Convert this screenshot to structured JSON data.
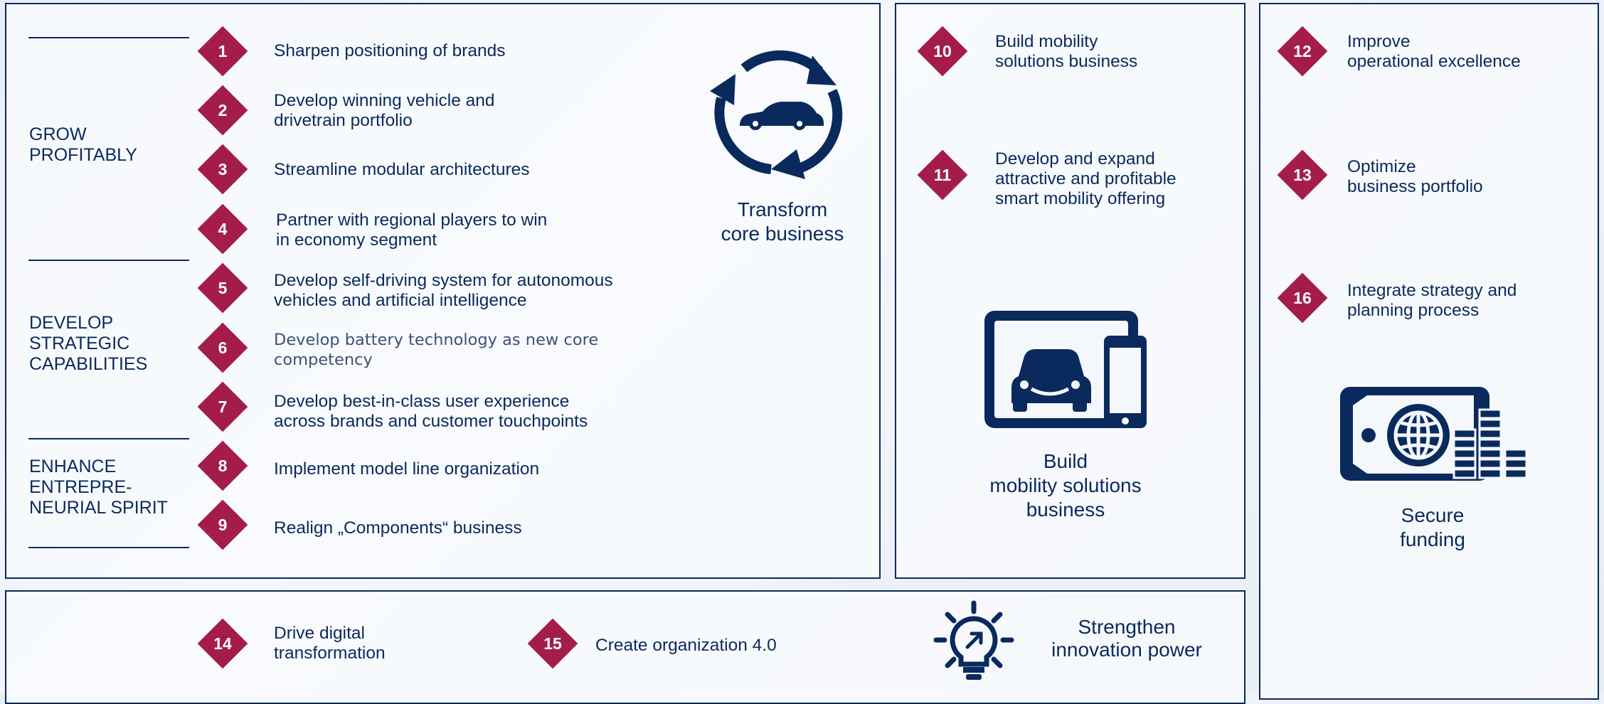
{
  "categories": {
    "grow": "GROW\nPROFITABLY",
    "develop": "DEVELOP\nSTRATEGIC\nCAPABILITIES",
    "enhance": "ENHANCE\nENTREPRE-\nNEURIAL SPIRIT"
  },
  "items": [
    {
      "num": "1",
      "text": "Sharpen positioning of brands"
    },
    {
      "num": "2",
      "text": "Develop winning vehicle and\ndrivetrain portfolio"
    },
    {
      "num": "3",
      "text": "Streamline modular architectures"
    },
    {
      "num": "4",
      "text": "Partner with regional players to win\nin economy segment"
    },
    {
      "num": "5",
      "text": "Develop self-driving system for autonomous\nvehicles and artificial intelligence"
    },
    {
      "num": "6",
      "text": "Develop battery technology as new core\ncompetency"
    },
    {
      "num": "7",
      "text": "Develop best-in-class user experience\nacross brands and customer touchpoints"
    },
    {
      "num": "8",
      "text": "Implement model line organization"
    },
    {
      "num": "9",
      "text": "Realign „Components“ business"
    },
    {
      "num": "10",
      "text": "Build mobility\nsolutions business"
    },
    {
      "num": "11",
      "text": "Develop and expand\nattractive and profitable\nsmart mobility offering"
    },
    {
      "num": "12",
      "text": "Improve\noperational excellence"
    },
    {
      "num": "13",
      "text": "Optimize\nbusiness portfolio"
    },
    {
      "num": "14",
      "text": "Drive digital\ntransformation"
    },
    {
      "num": "15",
      "text": "Create organization 4.0"
    },
    {
      "num": "16",
      "text": "Integrate strategy and\nplanning process"
    }
  ],
  "captions": {
    "transform": "Transform\ncore business",
    "mobility": "Build\nmobility solutions\nbusiness",
    "funding": "Secure\nfunding",
    "innovation": "Strengthen\ninnovation power"
  },
  "colors": {
    "navy": "#0a2a5e",
    "accent": "#a41d4a"
  },
  "icons": [
    "recycle-car-icon",
    "tablet-phone-car-icon",
    "money-globe-icon",
    "lightbulb-icon"
  ]
}
